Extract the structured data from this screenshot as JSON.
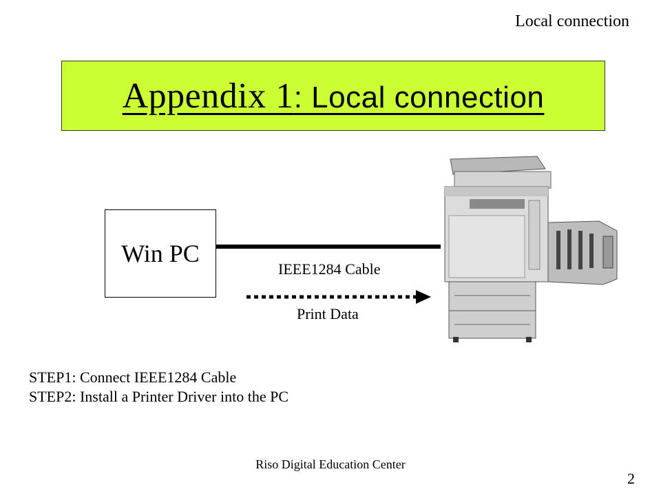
{
  "slide": {
    "corner_label": "Local connection",
    "title": {
      "main": "Appendix 1",
      "sub": ": Local connection",
      "background_color": "#ccff33"
    },
    "diagram": {
      "pc_label": "Win PC",
      "cable_label": "IEEE1284 Cable",
      "data_label": "Print Data"
    },
    "steps": [
      "STEP1: Connect IEEE1284 Cable",
      "STEP2: Install a Printer Driver into the PC"
    ],
    "footer": "Riso Digital Education Center",
    "page_number": "2"
  }
}
